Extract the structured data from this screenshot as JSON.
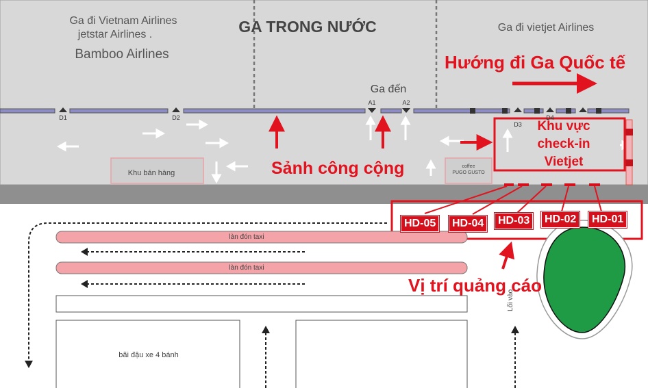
{
  "terminal": {
    "title": "GA TRONG NƯỚC",
    "left_block": {
      "line1": "Ga đi Vietnam Airlines",
      "line2": "jetstar Airlines .",
      "line3": "Bamboo Airlines"
    },
    "right_block": "Ga đi vietjet Airlines",
    "arrivals": "Ga đến",
    "gates": [
      "D1",
      "D2",
      "A1",
      "A2",
      "D3",
      "D4"
    ],
    "shop": "Khu bán hàng",
    "coffee_line1": "coffee",
    "coffee_line2": "PUGO GUSTO"
  },
  "annotations": {
    "international": "Hướng đi Ga Quốc tế",
    "public_hall": "Sảnh công cộng",
    "checkin_line1": "Khu vực",
    "checkin_line2": "check-in",
    "checkin_line3": "Vietjet",
    "ad_position": "Vị trí quảng cáo"
  },
  "ad_spots": [
    "HD-05",
    "HD-04",
    "HD-03",
    "HD-02",
    "HD-01"
  ],
  "ground": {
    "taxi_lane_1": "làn đón taxi",
    "taxi_lane_2": "làn đón taxi",
    "parking": "bãi đậu xe 4 bánh",
    "entrance": "Lối vào"
  },
  "colors": {
    "terminal_fill": "#d8d8d8",
    "annotation_red": "#e0131e",
    "taxi_lane": "#f4a3a8",
    "greenery": "#1f9a45"
  }
}
